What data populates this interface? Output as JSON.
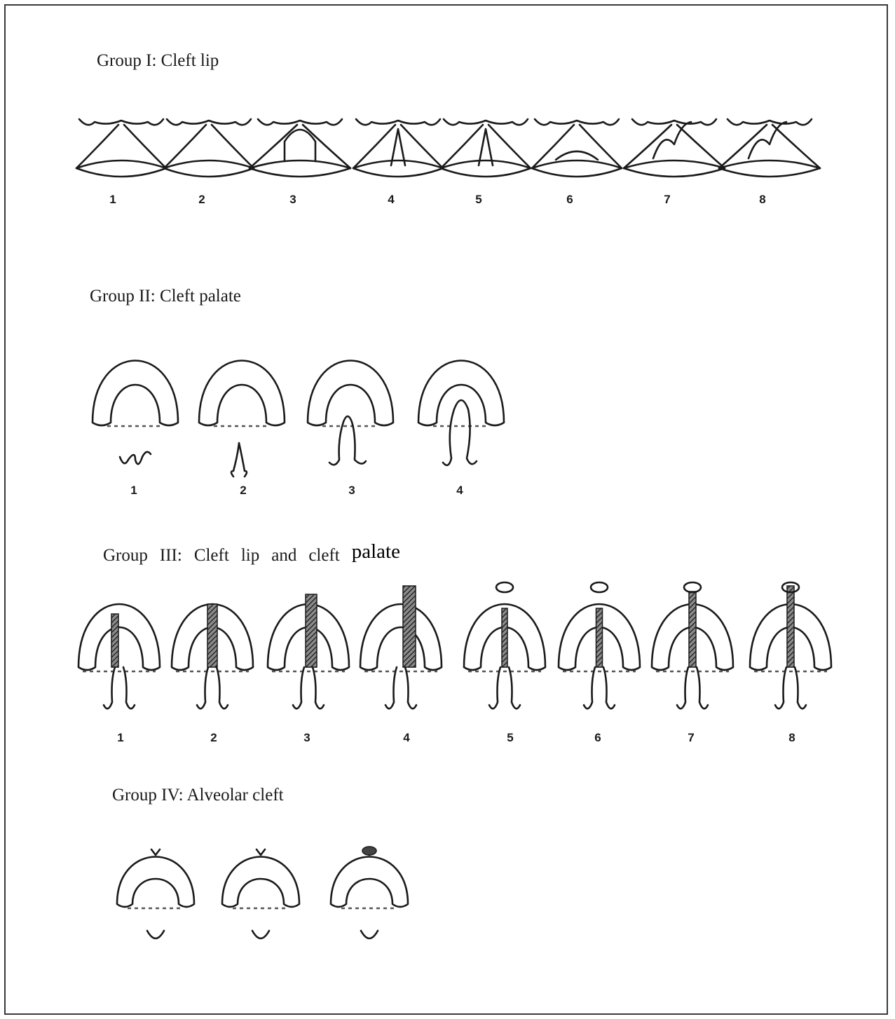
{
  "groups": [
    {
      "title": "Group I: Cleft lip",
      "labels": [
        "1",
        "2",
        "3",
        "4",
        "5",
        "6",
        "7",
        "8"
      ]
    },
    {
      "title": "Group II: Cleft palate",
      "labels": [
        "1",
        "2",
        "3",
        "4"
      ]
    },
    {
      "title_words": [
        "Group",
        "III:",
        "Cleft",
        "lip",
        "and",
        "cleft",
        "palate"
      ],
      "labels": [
        "1",
        "2",
        "3",
        "4",
        "5",
        "6",
        "7",
        "8"
      ]
    },
    {
      "title": "Group IV: Alveolar cleft",
      "labels": []
    }
  ]
}
